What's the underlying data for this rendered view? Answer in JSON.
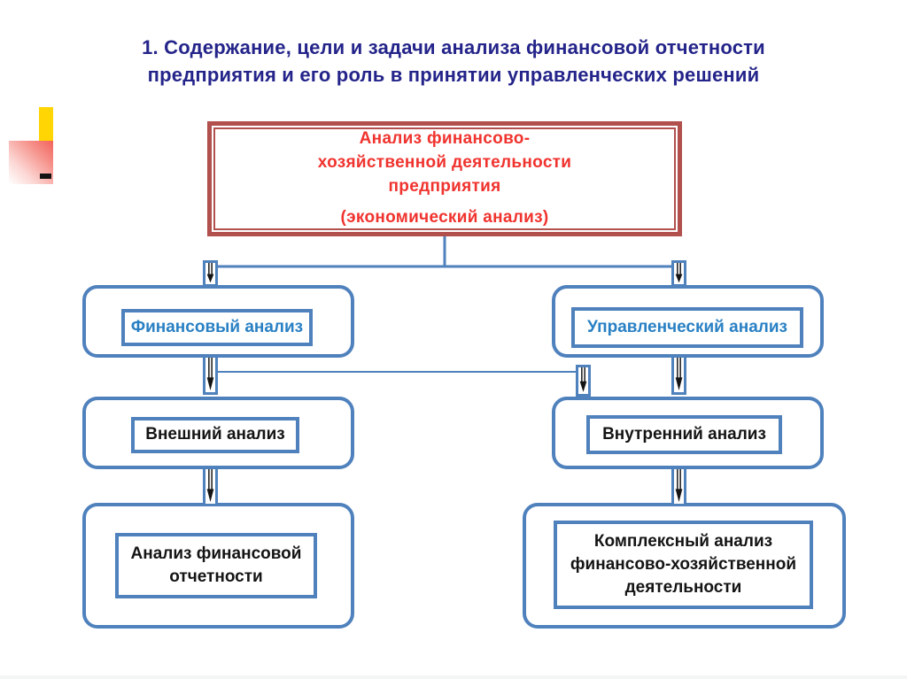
{
  "title": {
    "line1": "1. Содержание, цели и задачи анализа финансовой отчетности",
    "line2": "предприятия и его роль в принятии управленческих решений"
  },
  "root_node": {
    "lines": [
      "Анализ финансово-",
      "хозяйственной деятельности",
      "предприятия",
      "(экономический анализ)"
    ]
  },
  "nodes": {
    "financial": {
      "label": "Финансовый анализ"
    },
    "managerial": {
      "label": "Управленческий анализ"
    },
    "external": {
      "label": "Внешний анализ"
    },
    "internal": {
      "label": "Внутренний анализ"
    },
    "reporting": {
      "lines": [
        "Анализ финансовой",
        "отчетности"
      ]
    },
    "complex": {
      "lines": [
        "Комплексный анализ",
        "финансово-хозяйственной",
        "деятельности"
      ]
    }
  },
  "colors": {
    "accent_blue": "#4F81BD",
    "node_text_blue": "#2980C4",
    "accent_red_border": "#B1504C",
    "root_text_red": "#F0332E",
    "title_navy": "#24248A",
    "decor_yellow": "#FFD503",
    "arrow_black": "#141414"
  }
}
